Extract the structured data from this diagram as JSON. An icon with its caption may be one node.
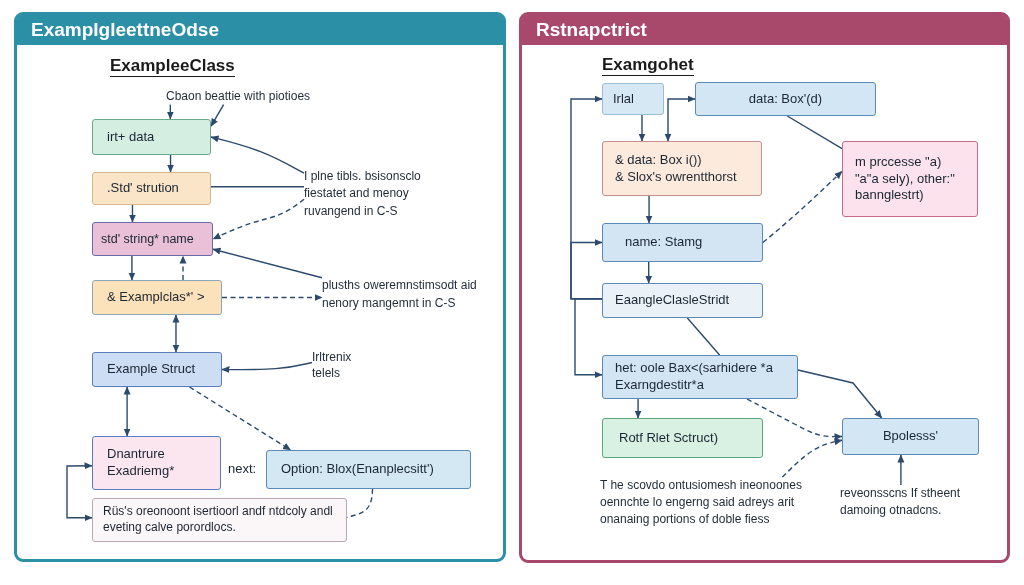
{
  "diagram": {
    "nodes": [
      {
        "text": [
          "ExampIgleettneOdse"
        ]
      },
      {
        "text": [
          "Cbaon beattie with piotioes"
        ],
        "in": 0
      },
      {
        "text": [
          "irt+ data"
        ],
        "in": 0
      },
      {
        "text": [
          ".Std' strution"
        ],
        "in": 0
      },
      {
        "text": [
          "I plne tibls. bsisonsclo fiestatet and menoy ruvangend in C-S"
        ],
        "in": 0
      },
      {
        "text": [
          "std' string* name"
        ],
        "in": 0
      },
      {
        "text": [
          "& Examplclas*' >"
        ],
        "in": 0
      },
      {
        "text": [
          "plusths oweremnstimsodt aid nenory mangemnt in C-S"
        ],
        "in": 0
      },
      {
        "text": [
          "Example Struct"
        ],
        "in": 0
      },
      {
        "text": [
          "Irltrenix telels"
        ],
        "in": 0
      },
      {
        "text": [
          "Dnantrure Exadriemg*"
        ],
        "in": 0
      },
      {
        "text": [
          "Option: Blox(Enanplecsitt')"
        ],
        "beside": [
          "next:"
        ],
        "in": 0
      },
      {
        "text": [
          "Rüs's oreonoont isertioorl andf ntdcoly andl eveting calve porordlocs."
        ],
        "in": 0
      },
      {
        "text": [
          "Rstnapctrict"
        ]
      },
      {
        "text": [
          "Irlal"
        ],
        "in": 13
      },
      {
        "text": [
          "data: Box'(d)"
        ],
        "in": 13
      },
      {
        "text": [
          "& data: Box i())",
          "& Slox's owrentthorst"
        ],
        "in": 13
      },
      {
        "text": [
          "m prccesse \"a) \"a\"a sely), other:\" bannglestrt)"
        ],
        "in": 13
      },
      {
        "text": [
          "name: Stamg"
        ],
        "in": 13
      },
      {
        "text": [
          "EaangleClasleStridt"
        ],
        "in": 13
      },
      {
        "text": [
          "het: oole Bax<(sarhidere *a Exarngdestitr*a"
        ],
        "in": 13
      },
      {
        "text": [
          "Rotf Rlet Sctruct)"
        ],
        "in": 13
      },
      {
        "text": [
          "Bpolesss'"
        ],
        "in": 13
      },
      {
        "text": [
          "T he scovdo ontusiomesh ineonoones oennchte lo engerng said adreys arit onanaing portions of doble fiess"
        ],
        "in": 13
      },
      {
        "text": [
          "reveonsscns If stheent damoing otnadcns."
        ],
        "in": 13
      }
    ],
    "edges": [
      {
        "from": 1,
        "to": 2,
        "arrow": "to"
      },
      {
        "from": 1,
        "to": 2,
        "arrow": "to"
      },
      {
        "from": 4,
        "to": 2,
        "arrow": "to"
      },
      {
        "from": 4,
        "to": 3,
        "arrow": "none"
      },
      {
        "from": 4,
        "to": 5,
        "arrow": "to",
        "style": "dashed"
      },
      {
        "from": 2,
        "to": 3,
        "arrow": "to"
      },
      {
        "from": 3,
        "to": 5,
        "arrow": "to"
      },
      {
        "from": 5,
        "to": 6,
        "arrow": "to"
      },
      {
        "from": 6,
        "to": 5,
        "arrow": "to",
        "style": "dashed"
      },
      {
        "from": 7,
        "to": 5,
        "arrow": "to"
      },
      {
        "from": 6,
        "to": 7,
        "arrow": "to",
        "style": "dashed"
      },
      {
        "from": 6,
        "to": 8,
        "arrow": "both"
      },
      {
        "from": 9,
        "to": 8,
        "arrow": "to"
      },
      {
        "from": 8,
        "to": 10,
        "arrow": "both"
      },
      {
        "from": 8,
        "to": 11,
        "arrow": "to",
        "style": "dashed"
      },
      {
        "from": 12,
        "to": 10,
        "arrow": "both"
      },
      {
        "from": 11,
        "to": 12,
        "arrow": "none",
        "style": "dashed"
      },
      {
        "from": 14,
        "to": 16,
        "arrow": "to"
      },
      {
        "from": 15,
        "to": 16,
        "arrow": "both"
      },
      {
        "from": 15,
        "to": 17,
        "arrow": "none"
      },
      {
        "from": 18,
        "to": 17,
        "arrow": "to",
        "style": "dashed"
      },
      {
        "from": 16,
        "to": 18,
        "arrow": "to"
      },
      {
        "from": 18,
        "to": 19,
        "arrow": "to"
      },
      {
        "from": 19,
        "to": 14,
        "arrow": "to"
      },
      {
        "from": 19,
        "to": 18,
        "arrow": "to"
      },
      {
        "from": 19,
        "to": 20,
        "arrow": "to"
      },
      {
        "from": 19,
        "to": 20,
        "arrow": "none"
      },
      {
        "from": 20,
        "to": 21,
        "arrow": "to"
      },
      {
        "from": 20,
        "to": 22,
        "arrow": "to"
      },
      {
        "from": 20,
        "to": 22,
        "arrow": "to",
        "style": "dashed"
      },
      {
        "from": 23,
        "to": 22,
        "arrow": "to",
        "style": "dashed"
      },
      {
        "from": 24,
        "to": 22,
        "arrow": "to"
      }
    ],
    "labels": [
      "ExampleeClass",
      "Examgohet"
    ]
  }
}
